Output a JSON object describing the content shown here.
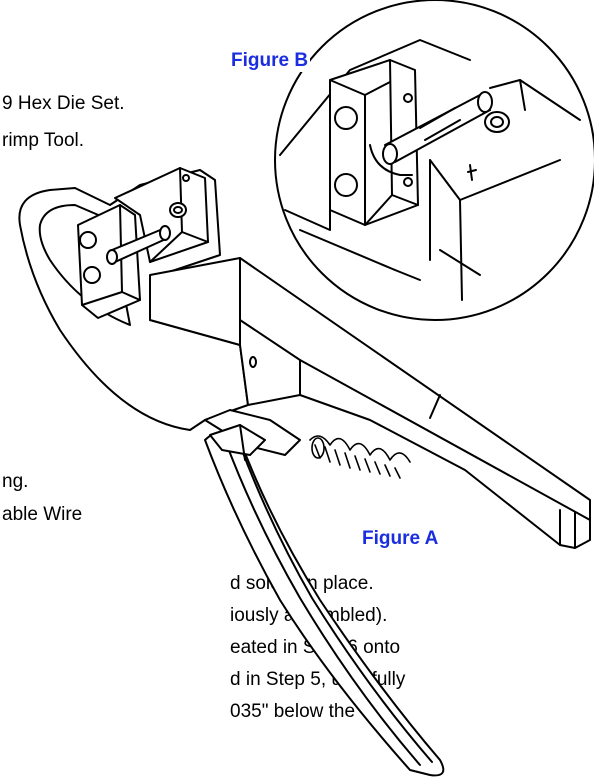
{
  "colors": {
    "figure_label": "#1a2ee0",
    "ink": "#000000",
    "background": "#ffffff"
  },
  "figures": {
    "a_label": "Figure A",
    "b_label": "Figure B"
  },
  "text_lines": {
    "line1": "9 Hex Die Set.",
    "line2": "rimp Tool.",
    "line3": "ng.",
    "line4": "able Wire",
    "line5": "d solder in place.",
    "line6": "iously assembled).",
    "line7": "eated in Step 6 onto",
    "line8": "d in Step 5, until fully",
    "line9": "035\" below the"
  }
}
